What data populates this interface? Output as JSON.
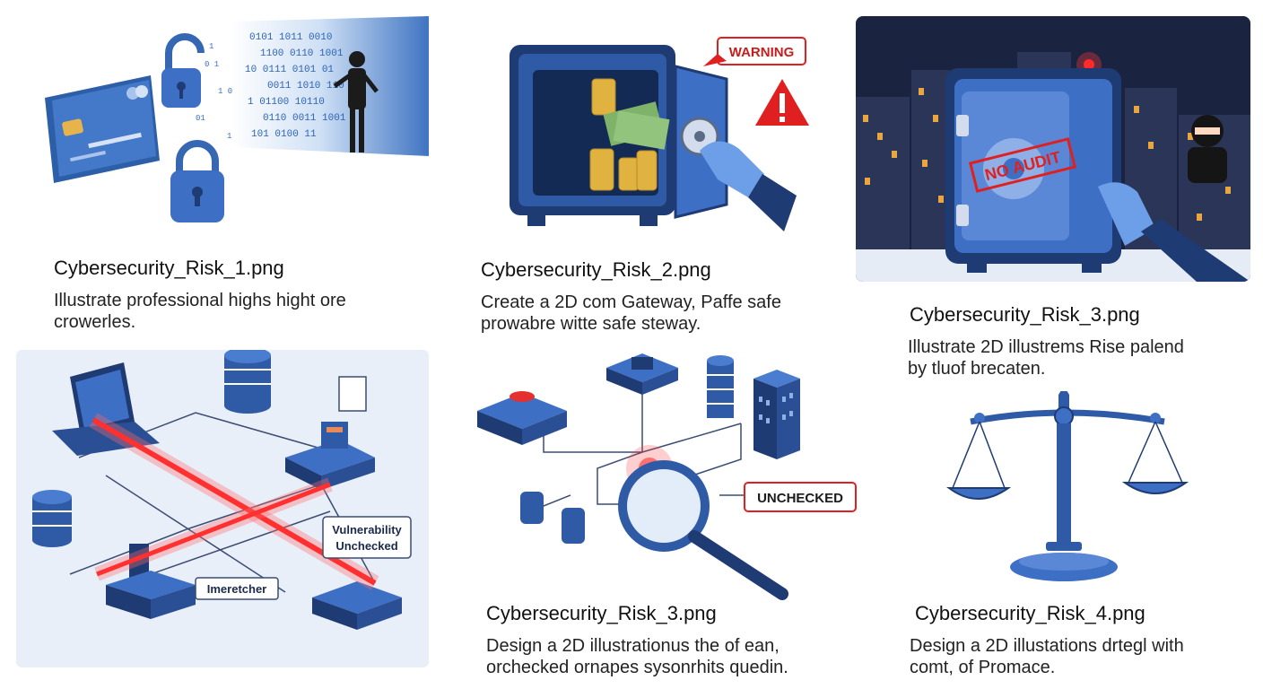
{
  "colors": {
    "navy": "#1f3b73",
    "blue": "#3d6fc4",
    "light_blue": "#b9cdef",
    "warning_red": "#e02020",
    "gold": "#e0b341",
    "night": "#1a2340"
  },
  "cards": [
    {
      "filename": "Cybersecurity_Risk_1.png",
      "description_lines": [
        "Illustrate professional highs hight ore",
        "crowerles."
      ],
      "icons": [
        "credit-card",
        "padlock-open",
        "padlock-closed",
        "binary-stream",
        "hacker-figure"
      ]
    },
    {
      "filename": "Cybersecurity_Risk_2.png",
      "description_lines": [
        "Create a 2D com Gateway, Paffe safe",
        "prowabre witte safe steway."
      ],
      "warning_label": "WARNING",
      "icons": [
        "open-safe",
        "coin-stacks",
        "banknotes",
        "gloved-hand",
        "warning-triangle"
      ]
    },
    {
      "filename": "Cybersecurity_Risk_3.png",
      "description_lines": [
        "Illustrate 2D illustrems Rise palend",
        "by tluof brecaten."
      ],
      "stamp_label": "NO AUDIT",
      "icons": [
        "city-night",
        "vault",
        "alarm-light",
        "masked-thief",
        "gloved-hand"
      ]
    },
    {
      "filename": "Cybersecurity_Risk_3.png",
      "description_lines": [
        "Design a 2D illustrationus the of ean,",
        "orchecked ornapes sysonrhits quedin."
      ],
      "unchecked_label": "UNCHECKED",
      "icons": [
        "network-device",
        "database",
        "server-building",
        "magnifying-glass"
      ]
    },
    {
      "filename": "Cybersecurity_Risk_4.png",
      "description_lines": [
        "Design a 2D illustations drtegl with",
        "comt, of Promace."
      ],
      "icons": [
        "balance-scale"
      ]
    },
    {
      "vulnerability_label_lines": [
        "Vulnerability",
        "Unchecked"
      ],
      "imeretcher_label": "Imeretcher",
      "icons": [
        "laptop",
        "database",
        "server-stack",
        "network-node",
        "red-laser-beam"
      ]
    }
  ]
}
